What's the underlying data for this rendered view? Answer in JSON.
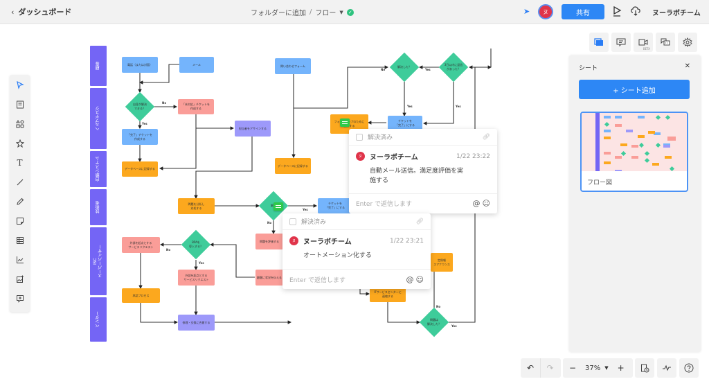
{
  "header": {
    "back_label": "ダッシュボード",
    "breadcrumb_folder": "フォルダーに追加",
    "breadcrumb_sep": "/",
    "breadcrumb_doc": "フロー",
    "avatar_initial": "ヌ",
    "share_label": "共有",
    "team_name": "ヌーラボチーム"
  },
  "toolbar": {
    "tools": [
      "select",
      "template",
      "shapes",
      "star",
      "text",
      "line",
      "pencil",
      "sticky-note",
      "table",
      "chart",
      "image",
      "comment-add"
    ]
  },
  "lanes": [
    {
      "label": "顧客"
    },
    {
      "label": "ヘルプデスク"
    },
    {
      "label": "自動システム"
    },
    {
      "label": "技術者"
    },
    {
      "label": "ISC\nスーパーバイザー"
    },
    {
      "label": "ベンダー"
    }
  ],
  "nodes": {
    "phone": "電話（または対面）",
    "mail": "メール",
    "self_resolve": "自身が解決\nできる？",
    "unresolved_ticket": "「未対応」チケットを\n作成する",
    "done_ticket": "「完了」チケットを\n作成する",
    "db_record_1": "データベースに記録する",
    "assign": "担当者をアサインする",
    "form": "問い合わせフォーム",
    "db_record_2": "データベースに記録する",
    "resolved_q": "解決した？",
    "contact_q": "3日以内に返信\nがあった？",
    "ticket_done": "チケットを\n「完了」にする",
    "follow_up": "フォローアップのために\n記録する",
    "analyze": "問題を分析し\n対処する",
    "solved_q2": "解決",
    "ticket_done2": "チケットを\n「完了」にする",
    "evaluate": "問題を評価する",
    "bpa_q": "BPAを\n導入する？",
    "external_1": "外部を起点とする\nサービスリクエスト",
    "external_2": "外部を起点とする\nサービスリクエスト",
    "inform": "顧客に状況を伝える",
    "approval": "承認プロセス",
    "repair": "修理・交換に合意する",
    "service_center": "ITサービスセンターに\n連絡する",
    "announce": "定例報\nスアナウンス",
    "solved_q3": "問題は\n解決した？"
  },
  "edge_labels": {
    "yes": "Yes",
    "no": "No"
  },
  "comments": [
    {
      "resolved_label": "解決済み",
      "author": "ヌーラボチーム",
      "avatar_initial": "ヌ",
      "time": "1/22 23:22",
      "text": "自動メール送信。満足度評価を実\n施する",
      "reply_placeholder": "Enter で返信します"
    },
    {
      "resolved_label": "解決済み",
      "author": "ヌーラボチーム",
      "avatar_initial": "ヌ",
      "time": "1/22 23:21",
      "text": "オートメーション化する",
      "reply_placeholder": "Enter で返信します"
    }
  ],
  "right_panel": {
    "title": "シート",
    "add_label": "+ シート追加",
    "sheets": [
      {
        "name": "フロー図",
        "selected": true
      }
    ],
    "beta_label": "BETA"
  },
  "bottom": {
    "zoom_level": "37%"
  },
  "colors": {
    "accent": "#2d87f5",
    "lane": "#7465f5",
    "decision": "#3ecc9a",
    "process_blue": "#74b4fc",
    "process_red": "#fa9d98",
    "process_orange": "#fca81e",
    "process_purple": "#9d99fa",
    "avatar": "#e0344a",
    "comment_pin": "#2fc94a"
  }
}
